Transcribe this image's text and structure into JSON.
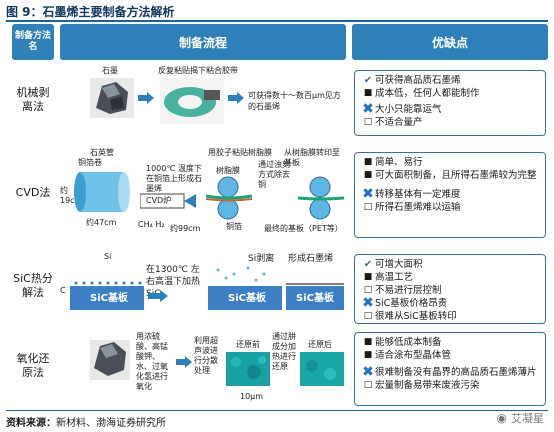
{
  "figure_title": "图 9：石墨烯主要制备方法解析",
  "header": {
    "method": "制备方法名",
    "flow": "制备流程",
    "pros_cons": "优缺点"
  },
  "rows": [
    {
      "method": "机械剥离法",
      "flow_labels": {
        "graphite": "石墨",
        "tape": "反复粘贴揭下粘合胶带",
        "result": "可获得数十～数百μm见方的石墨烯"
      },
      "pros": [
        "可获得高品质石墨烯",
        "成本低，任何人都能制作"
      ],
      "cons": [
        "大小只能靠运气",
        "不适合量产"
      ]
    },
    {
      "method": "CVD法",
      "flow_labels": {
        "quartz": "石英管",
        "copper_foil": "铜箔卷",
        "diameter": "约19cm",
        "length": "约47cm",
        "temp": "1000℃ 温度下在铜箔上形成石墨烯",
        "gas": "CH₄ H₂",
        "cvd": "CVD炉",
        "about99": "约99cm",
        "resin": "用胶子粘贴树脂膜",
        "resin2": "树脂膜",
        "etch": "通过浊刻方式除去铜",
        "copper": "铜箔",
        "transfer": "从树脂膜转印至基板",
        "final": "最终的基板（PET等）"
      },
      "pros": [
        "简单、易行",
        "可大面积制备，且所得石墨烯较为完整"
      ],
      "cons": [
        "转移基体有一定难度",
        "所得石墨烯难以运输"
      ]
    },
    {
      "method": "SiC热分解法",
      "flow_labels": {
        "si": "Si",
        "c": "C",
        "heat": "在1300℃ 左右高温下加热SiC",
        "si_off": "Si剥离",
        "form": "形成石墨烯",
        "substrate": "SiC基板"
      },
      "pros": [
        "可增大面积",
        "高温工艺"
      ],
      "cons": [
        "不易进行层控制",
        "SiC基板价格昂贵",
        "很难从SiC基板转印"
      ]
    },
    {
      "method": "氧化还原法",
      "flow_labels": {
        "step1": "用浓硫酸、高锰酸钾、水、过氧化氢进行氧化",
        "step2": "利用超声波进行分散处理",
        "before": "还原前",
        "step3": "通过肼成分加热进行还原",
        "after": "还原后",
        "scale": "10μm"
      },
      "pros": [
        "能够低成本制备",
        "适合涂布型晶体管"
      ],
      "cons": [
        "很难制备没有晶界的高品质石墨烯薄片",
        "宏量制备易带来废液污染"
      ]
    }
  ],
  "footer": {
    "source_label": "资料来源：",
    "source_text": "新材料、渤海证券研究所"
  },
  "watermark": "艾凝星",
  "colors": {
    "header_blue": "#2f7fb9",
    "rule_blue": "#1f5f95",
    "check_blue": "#3b6fa3",
    "cross_blue": "#1f6fc2",
    "substrate_blue": "#3d7fc4",
    "green_film": "#1aa37a"
  }
}
